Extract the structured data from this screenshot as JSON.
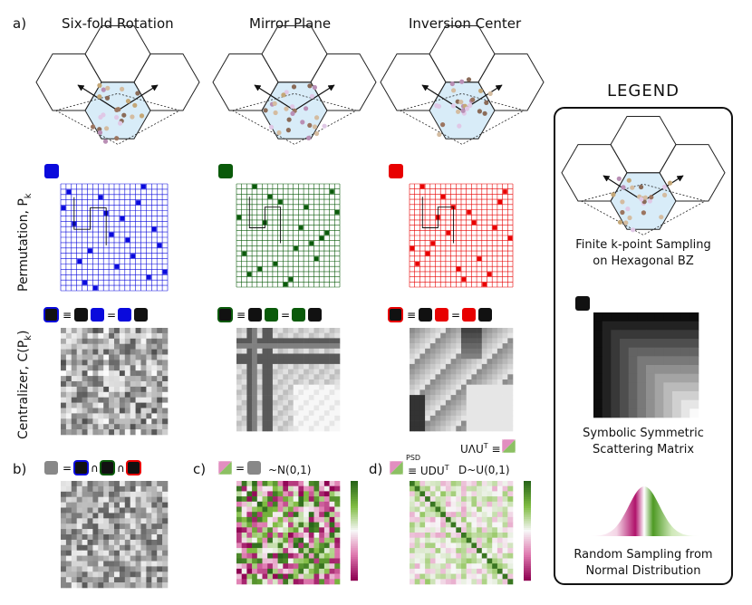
{
  "columns": [
    {
      "letter": "a)",
      "title": "Six-fold Rotation",
      "color": "#0a0adc"
    },
    {
      "letter": "",
      "title": "Mirror Plane",
      "color": "#0a5a0a"
    },
    {
      "letter": "",
      "title": "Inversion Center",
      "color": "#e80000"
    }
  ],
  "row_labels": {
    "permutation": "Permutation, P",
    "permutation_sub": "k",
    "centralizer": "Centralizer, C(P",
    "centralizer_sub": "k",
    "centralizer_end": ")"
  },
  "equations": {
    "eq_sym": "≡",
    "eq_eq": "=",
    "intersect": "∩"
  },
  "bottom": {
    "b_letter": "b)",
    "c_letter": "c)",
    "d_letter": "d)",
    "c_dist": "~N(0,1)",
    "d_psd": "PSD",
    "d_udu": "≡ UDU",
    "d_udu_sup": "T",
    "d_dist": "D~U(0,1)",
    "ulu": "UΛU",
    "ulu_sup": "T",
    "ulu_eq": "≡"
  },
  "legend": {
    "title": "LEGEND",
    "item1_line1": "Finite k-point Sampling",
    "item1_line2": "on Hexagonal BZ",
    "item2_line1": "Symbolic Symmetric",
    "item2_line2": "Scattering Matrix",
    "item3_line1": "Random Sampling from",
    "item3_line2": "Normal Distribution"
  },
  "colors": {
    "green_hi": "#2e7d16",
    "magenta_lo": "#b0136b",
    "hex_fill": "#d8ecf8"
  }
}
